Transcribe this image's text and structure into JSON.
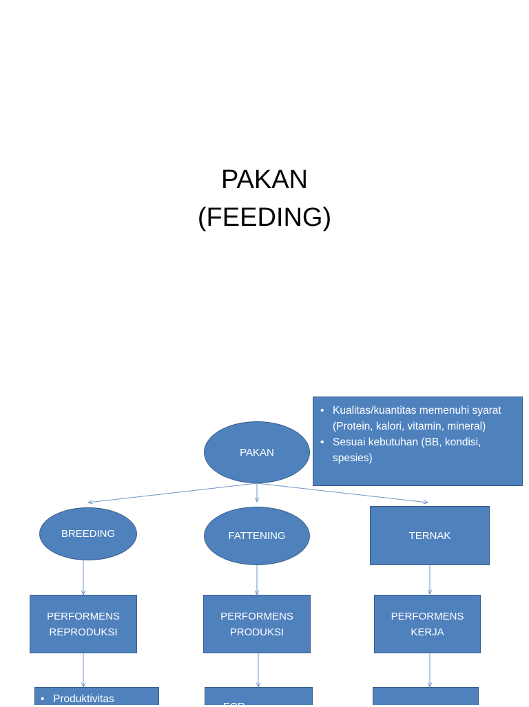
{
  "title": {
    "line1": "PAKAN",
    "line2": "(FEEDING)"
  },
  "info_box": {
    "items": [
      "Kualitas/kuantitas memenuhi syarat (Protein, kalori, vitamin, mineral)",
      "Sesuai kebutuhan (BB, kondisi, spesies)"
    ]
  },
  "nodes": {
    "pakan": "PAKAN",
    "breeding": "BREEDING",
    "fattening": "FATTENING",
    "ternak": "TERNAK",
    "perf_reproduksi_1": "PERFORMENS",
    "perf_reproduksi_2": "REPRODUKSI",
    "perf_produksi_1": "PERFORMENS",
    "perf_produksi_2": "PRODUKSI",
    "perf_kerja_1": "PERFORMENS",
    "perf_kerja_2": "KERJA"
  },
  "bottom_boxes": {
    "reproduksi_item": "Produktivitas",
    "produksi_item": "FCR"
  },
  "colors": {
    "fill": "#4f81bd",
    "border": "#385d8a",
    "connector": "#6f93c7"
  }
}
